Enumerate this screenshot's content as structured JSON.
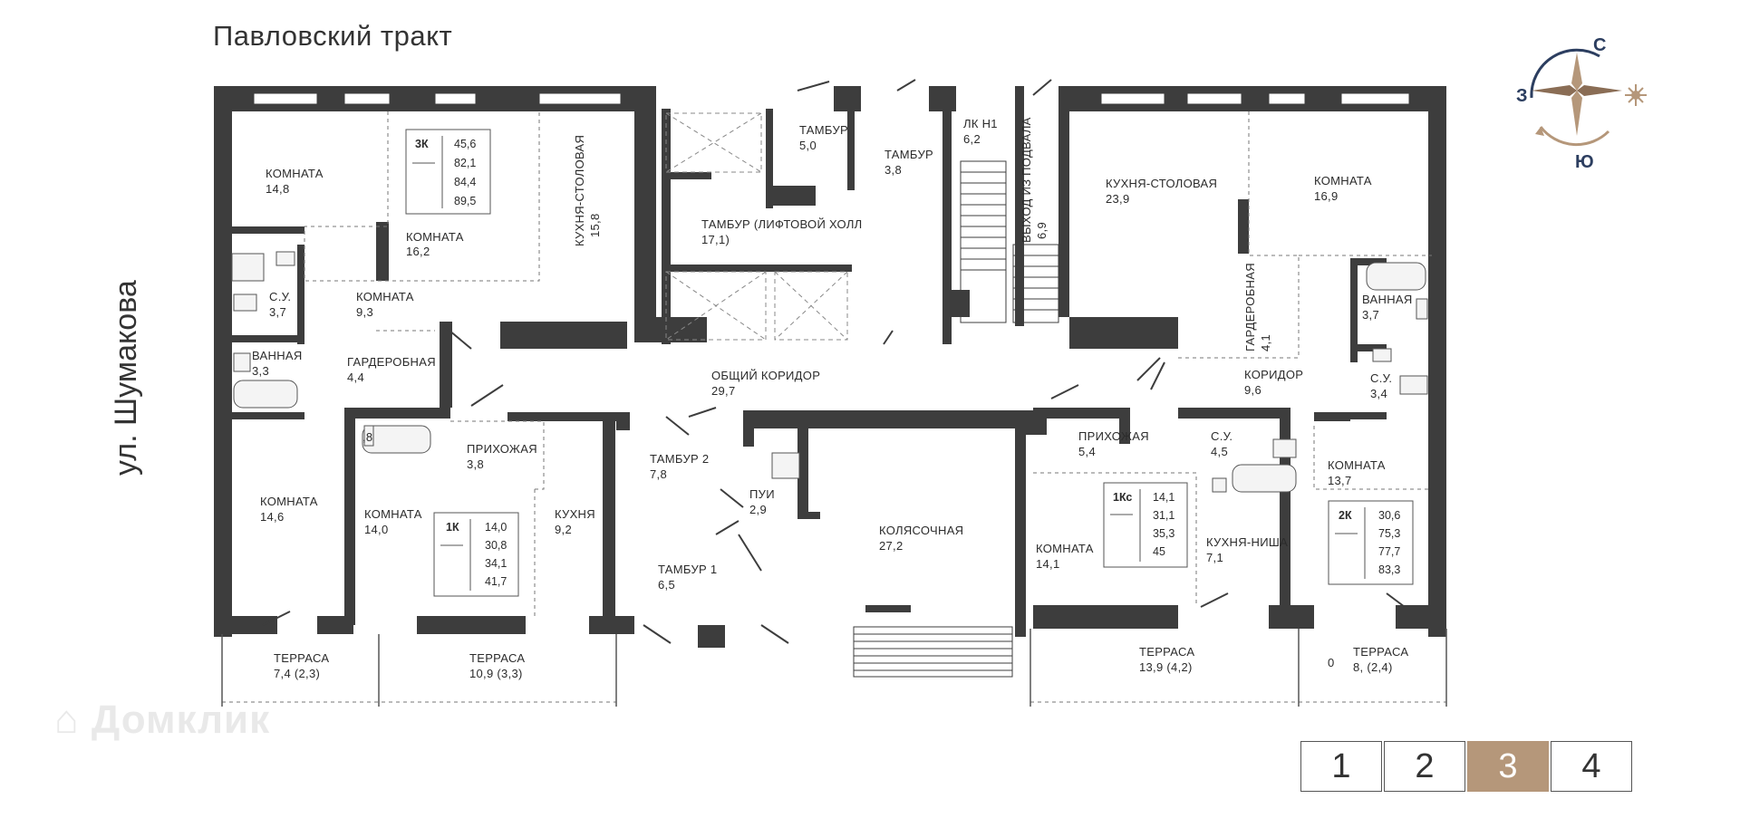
{
  "streets": {
    "top": "Павловский тракт",
    "left": "ул. Шумакова"
  },
  "compass": {
    "north": "С",
    "west": "З",
    "south": "Ю",
    "colors": {
      "north_arc": "#2c3e60",
      "south_arc": "#b5977a",
      "sun": "#b5977a"
    }
  },
  "rooms": {
    "komnata_148": "КОМНАТА",
    "komnata_148_area": "14,8",
    "kitchen_158": "КУХНЯ-СТОЛОВАЯ",
    "kitchen_158_area": "15,8",
    "komnata_162": "КОМНАТА",
    "komnata_162_area": "16,2",
    "su_37": "С.У.",
    "su_37_area": "3,7",
    "komnata_93": "КОМНАТА",
    "komnata_93_area": "9,3",
    "vannaya_33": "ВАННАЯ",
    "vannaya_33_area": "3,3",
    "garderob_44": "ГАРДЕРОБНАЯ",
    "garderob_44_area": "4,4",
    "komnata_146": "КОМНАТА",
    "komnata_146_area": "14,6",
    "bath_38_num": ",8",
    "prih_38": "ПРИХОЖАЯ",
    "prih_38_area": "3,8",
    "komnata_140": "КОМНАТА",
    "komnata_140_area": "14,0",
    "kuhnya_92": "КУХНЯ",
    "kuhnya_92_area": "9,2",
    "tambur_50": "ТАМБУР",
    "tambur_50_area": "5,0",
    "tambur_38": "ТАМБУР",
    "tambur_38_area": "3,8",
    "lk_h1": "ЛК Н1",
    "lk_h1_area": "6,2",
    "vyhod": "ВЫХОД ИЗ ПОДВАЛА",
    "vyhod_area": "6,9",
    "tambur_lift": "ТАМБУР (ЛИФТОВОЙ ХОЛЛ",
    "tambur_lift_area": "17,1)",
    "koridor_common": "ОБЩИЙ КОРИДОР",
    "koridor_common_area": "29,7",
    "tambur2": "ТАМБУР 2",
    "tambur2_area": "7,8",
    "pui": "ПУИ",
    "pui_area": "2,9",
    "tambur1": "ТАМБУР 1",
    "tambur1_area": "6,5",
    "kolyas": "КОЛЯСОЧНАЯ",
    "kolyas_area": "27,2",
    "kitchen_239": "КУХНЯ-СТОЛОВАЯ",
    "kitchen_239_area": "23,9",
    "komnata_169": "КОМНАТА",
    "komnata_169_area": "16,9",
    "garderob_41": "ГАРДЕРОБНАЯ",
    "garderob_41_area": "4,1",
    "vannaya_37": "ВАННАЯ",
    "vannaya_37_area": "3,7",
    "koridor_96": "КОРИДОР",
    "koridor_96_area": "9,6",
    "su_34": "С.У.",
    "su_34_area": "3,4",
    "prih_54": "ПРИХОЖАЯ",
    "prih_54_area": "5,4",
    "su_45": "С.У.",
    "su_45_area": "4,5",
    "komnata_137": "КОМНАТА",
    "komnata_137_area": "13,7",
    "komnata_141": "КОМНАТА",
    "komnata_141_area": "14,1",
    "kuhnya_nisha": "КУХНЯ-НИША",
    "kuhnya_nisha_area": "7,1",
    "terrasa_74": "ТЕРРАСА",
    "terrasa_74_area": "7,4 (2,3)",
    "terrasa_109": "ТЕРРАСА",
    "terrasa_109_area": "10,9 (3,3)",
    "terrasa_139": "ТЕРРАСА",
    "terrasa_139_area": "13,9 (4,2)",
    "terrasa_8": "ТЕРРАСА",
    "terrasa_8_area": "8,  (2,4)",
    "terrasa_8_zero": "0"
  },
  "apartments": [
    {
      "type": "3К",
      "areas": [
        "45,6",
        "82,1",
        "84,4",
        "89,5"
      ]
    },
    {
      "type": "1К",
      "areas": [
        "14,0",
        "30,8",
        "34,1",
        "41,7"
      ]
    },
    {
      "type": "1Кс",
      "areas": [
        "14,1",
        "31,1",
        "35,3",
        "45"
      ]
    },
    {
      "type": "2К",
      "areas": [
        "30,6",
        "75,3",
        "77,7",
        "83,3"
      ]
    }
  ],
  "watermark": "Домклик",
  "floors": {
    "items": [
      "1",
      "2",
      "3",
      "4"
    ],
    "active": "3"
  }
}
